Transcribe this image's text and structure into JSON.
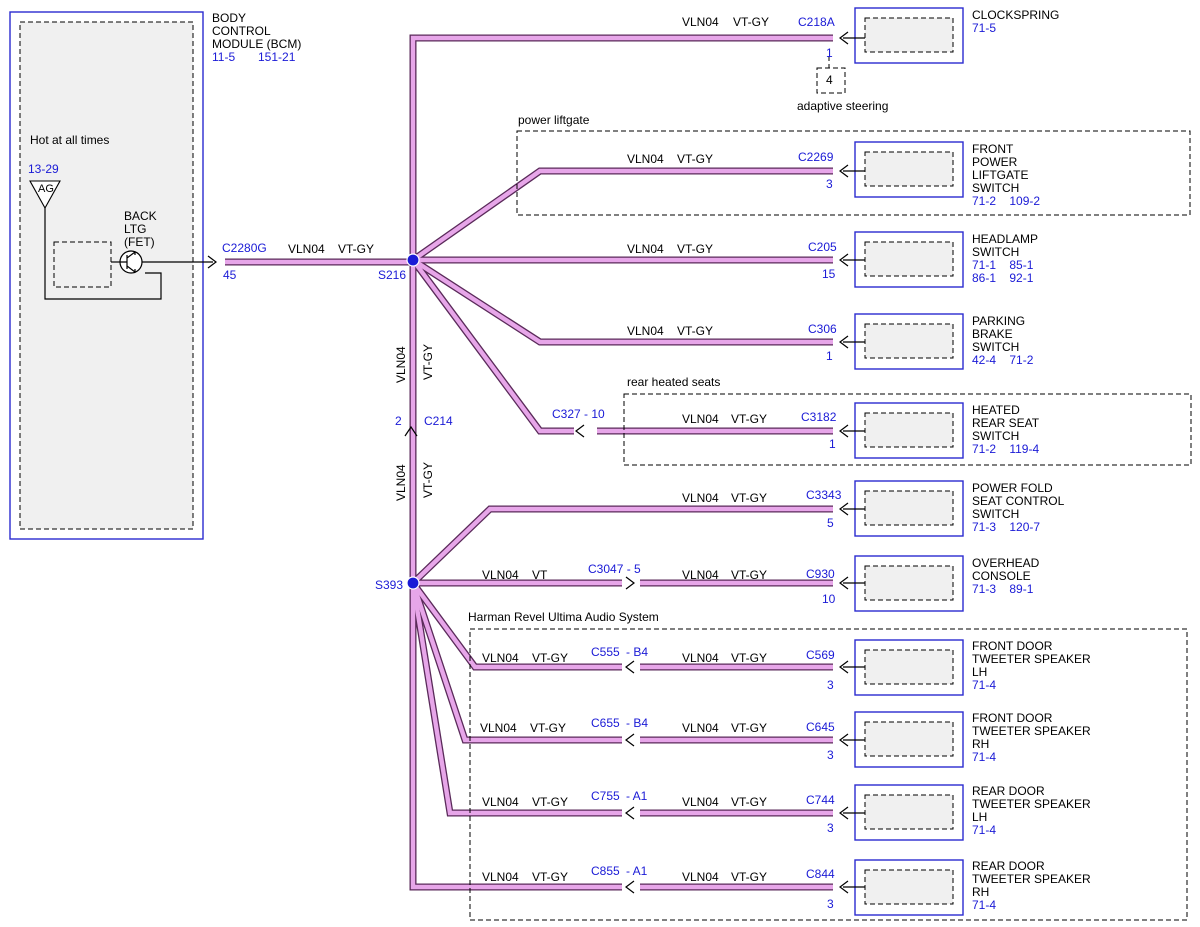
{
  "bcm": {
    "lines": [
      "BODY",
      "CONTROL",
      "MODULE (BCM)"
    ],
    "ref1": "11-5",
    "ref2": "151-21",
    "hot_label": "Hot at all times",
    "ground_ref": "13-29",
    "ground_label": "AG",
    "fet_lines": [
      "BACK",
      "LTG",
      "(FET)"
    ]
  },
  "main_wire": {
    "connector": "C2280G",
    "pin": "45",
    "circuit": "VLN04",
    "color": "VT-GY",
    "splice": "S216"
  },
  "vertical": {
    "upper_circuit": "VLN04",
    "upper_color": "VT-GY",
    "connector_pin": "2",
    "connector": "C214",
    "lower_circuit": "VLN04",
    "lower_color": "VT-GY",
    "splice": "S393"
  },
  "groups": {
    "power_liftgate": "power liftgate",
    "rear_heated_seats": "rear heated seats",
    "audio": "Harman Revel Ultima Audio System",
    "adaptive_pin": "4",
    "adaptive_label": "adaptive steering"
  },
  "branches": [
    {
      "circuit": "VLN04",
      "color": "VT-GY",
      "connector": "C218A",
      "pin": "1",
      "name": [
        "CLOCKSPRING"
      ],
      "refs": "71-5"
    },
    {
      "circuit": "VLN04",
      "color": "VT-GY",
      "connector": "C2269",
      "pin": "3",
      "name": [
        "FRONT",
        "POWER",
        "LIFTGATE",
        "SWITCH"
      ],
      "refs": "71-2    109-2"
    },
    {
      "circuit": "VLN04",
      "color": "VT-GY",
      "connector": "C205",
      "pin": "15",
      "name": [
        "HEADLAMP",
        "SWITCH"
      ],
      "refs": "71-1    85-1",
      "refs2": "86-1    92-1"
    },
    {
      "circuit": "VLN04",
      "color": "VT-GY",
      "connector": "C306",
      "pin": "1",
      "name": [
        "PARKING",
        "BRAKE",
        "SWITCH"
      ],
      "refs": "42-4    71-2"
    },
    {
      "inline_connector": "C327 - 10",
      "circuit": "VLN04",
      "color": "VT-GY",
      "connector": "C3182",
      "pin": "1",
      "name": [
        "HEATED",
        "REAR SEAT",
        "SWITCH"
      ],
      "refs": "71-2    119-4"
    },
    {
      "circuit": "VLN04",
      "color": "VT-GY",
      "connector": "C3343",
      "pin": "5",
      "name": [
        "POWER FOLD",
        "SEAT CONTROL",
        "SWITCH"
      ],
      "refs": "71-3    120-7"
    },
    {
      "left_circuit": "VLN04",
      "left_color": "VT",
      "inline_connector": "C3047 - 5",
      "circuit": "VLN04",
      "color": "VT-GY",
      "connector": "C930",
      "pin": "10",
      "name": [
        "OVERHEAD",
        "CONSOLE"
      ],
      "refs": "71-3    89-1"
    },
    {
      "left_circuit": "VLN04",
      "left_color": "VT-GY",
      "inline_connector": "C555",
      "inline_pin": "- B4",
      "circuit": "VLN04",
      "color": "VT-GY",
      "connector": "C569",
      "pin": "3",
      "name": [
        "FRONT DOOR",
        "TWEETER SPEAKER",
        "LH"
      ],
      "refs": "71-4"
    },
    {
      "left_circuit": "VLN04",
      "left_color": "VT-GY",
      "inline_connector": "C655",
      "inline_pin": "- B4",
      "circuit": "VLN04",
      "color": "VT-GY",
      "connector": "C645",
      "pin": "3",
      "name": [
        "FRONT DOOR",
        "TWEETER SPEAKER",
        "RH"
      ],
      "refs": "71-4"
    },
    {
      "left_circuit": "VLN04",
      "left_color": "VT-GY",
      "inline_connector": "C755",
      "inline_pin": "- A1",
      "circuit": "VLN04",
      "color": "VT-GY",
      "connector": "C744",
      "pin": "3",
      "name": [
        "REAR DOOR",
        "TWEETER SPEAKER",
        "LH"
      ],
      "refs": "71-4"
    },
    {
      "left_circuit": "VLN04",
      "left_color": "VT-GY",
      "inline_connector": "C855",
      "inline_pin": "- A1",
      "circuit": "VLN04",
      "color": "VT-GY",
      "connector": "C844",
      "pin": "3",
      "name": [
        "REAR DOOR",
        "TWEETER SPEAKER",
        "RH"
      ],
      "refs": "71-4"
    }
  ],
  "colors": {
    "wire_fill": "#e7a6e9",
    "wire_outline": "#5a2a5a",
    "label_blue": "#1a1ad6",
    "box_border": "#2b2bd0",
    "splice_dot": "#1a1ad6"
  }
}
